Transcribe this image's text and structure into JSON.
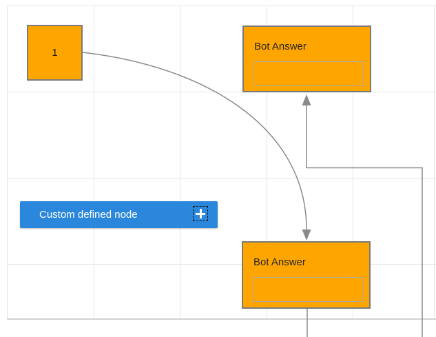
{
  "canvas": {
    "background": "#ffffff",
    "grid_color": "#e5e5e5",
    "boundary_color": "#d2d2d2"
  },
  "nodes": {
    "start": {
      "label": "1",
      "fill": "#ffa500",
      "border_color": "#7a7a7a"
    },
    "bot_top": {
      "title": "Bot Answer",
      "fill": "#ffa500",
      "border_color": "#7a7a7a"
    },
    "bot_bottom": {
      "title": "Bot Answer",
      "fill": "#ffa500",
      "border_color": "#7a7a7a"
    },
    "custom": {
      "label": "Custom defined node",
      "fill": "#2b87db",
      "text_color": "#ffffff",
      "icon": "plus-icon"
    }
  },
  "connectors": {
    "color": "#8a8a8a",
    "count": 3
  }
}
